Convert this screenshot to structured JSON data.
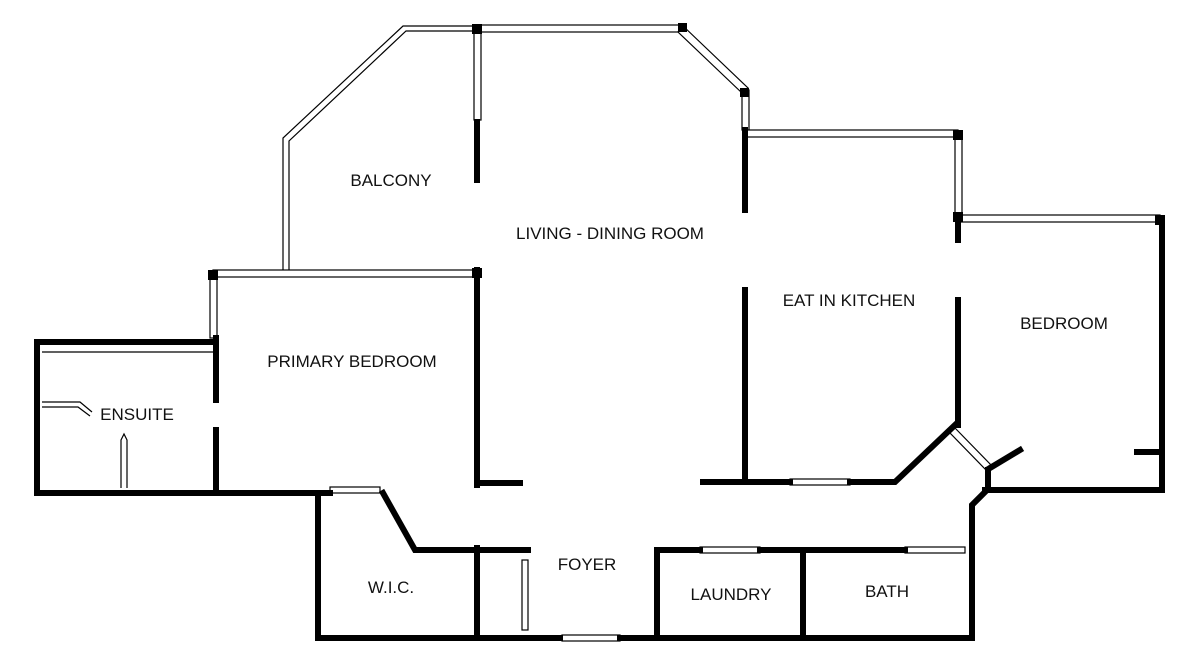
{
  "plan": {
    "rooms": [
      {
        "id": "balcony",
        "label": "BALCONY"
      },
      {
        "id": "living",
        "label": "LIVING - DINING ROOM"
      },
      {
        "id": "kitchen",
        "label": "EAT IN KITCHEN"
      },
      {
        "id": "bedroom",
        "label": "BEDROOM"
      },
      {
        "id": "primary",
        "label": "PRIMARY BEDROOM"
      },
      {
        "id": "ensuite",
        "label": "ENSUITE"
      },
      {
        "id": "wic",
        "label": "W.I.C."
      },
      {
        "id": "foyer",
        "label": "FOYER"
      },
      {
        "id": "laundry",
        "label": "LAUNDRY"
      },
      {
        "id": "bath",
        "label": "BATH"
      }
    ]
  }
}
